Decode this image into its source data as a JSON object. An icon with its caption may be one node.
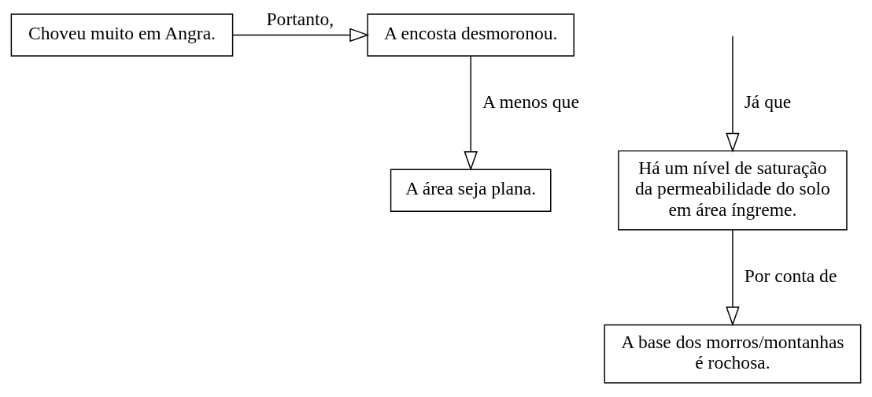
{
  "diagram": {
    "nodes": [
      {
        "text": [
          "Choveu muito em Angra."
        ]
      },
      {
        "text": [
          "A encosta desmoronou."
        ]
      },
      {
        "text": [
          "Há um nível de saturação da permeabilidade do solo em área íngreme."
        ]
      },
      {
        "text": [
          "A área seja plana."
        ]
      },
      {
        "text": [
          "A base dos morros/montanhas é rochosa."
        ]
      }
    ],
    "edges": [
      {
        "from": 0,
        "to": 1,
        "arrow": "to",
        "label": "Portanto,"
      },
      {
        "from": null,
        "to": 2,
        "arrow": "to",
        "label": "Já que"
      },
      {
        "from": 1,
        "to": 3,
        "arrow": "to",
        "label": "A menos que"
      },
      {
        "from": 2,
        "to": 4,
        "arrow": "to",
        "label": "Por conta de"
      }
    ]
  }
}
